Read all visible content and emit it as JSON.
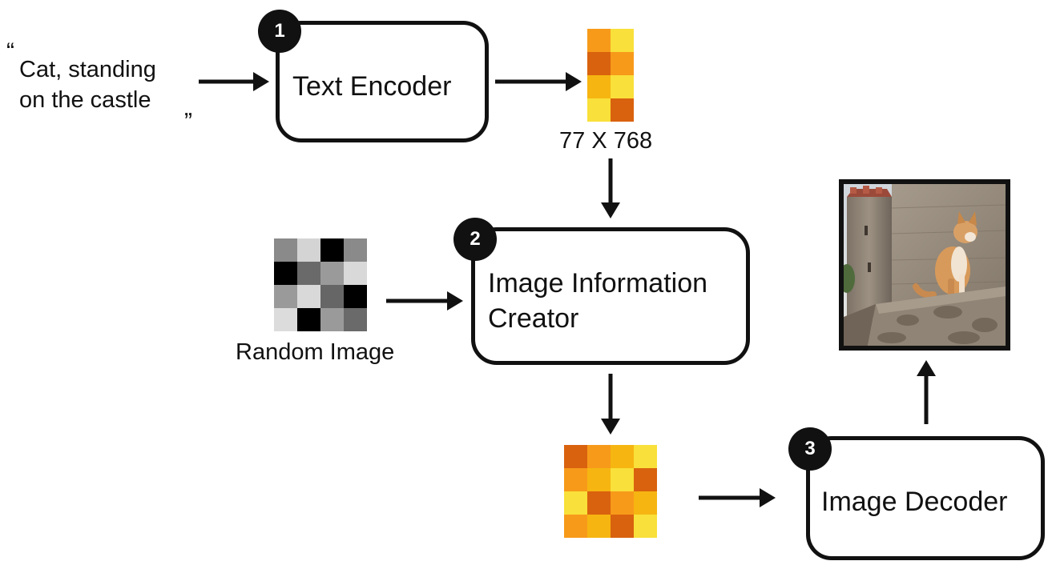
{
  "prompt": {
    "open_quote": "“",
    "line1": "Cat, standing",
    "line2": "on the castle",
    "close_quote": "„"
  },
  "steps": [
    {
      "number": "1",
      "label": "Text Encoder"
    },
    {
      "number": "2",
      "label_line1": "Image Information",
      "label_line2": "Creator"
    },
    {
      "number": "3",
      "label": "Image Decoder"
    }
  ],
  "embedding": {
    "caption": "77 X 768",
    "colors": [
      "#f79a1a",
      "#f9e03a",
      "#d9620e",
      "#f79a1a",
      "#f6b511",
      "#f9e03a",
      "#f9e03a",
      "#d9620e"
    ]
  },
  "random_image": {
    "caption": "Random Image",
    "colors": [
      "#8a8a8a",
      "#d4d4d4",
      "#000000",
      "#8a8a8a",
      "#000000",
      "#6a6a6a",
      "#9a9a9a",
      "#d9d9d9",
      "#9a9a9a",
      "#d9d9d9",
      "#666666",
      "#000000",
      "#dcdcdc",
      "#000000",
      "#9a9a9a",
      "#6a6a6a"
    ]
  },
  "latent": {
    "colors": [
      "#d9620e",
      "#f79a1a",
      "#f6b511",
      "#f9e03a",
      "#f79a1a",
      "#f6b511",
      "#f9e03a",
      "#d9620e",
      "#f9e03a",
      "#d9620e",
      "#f79a1a",
      "#f6b511",
      "#f79a1a",
      "#f6b511",
      "#d9620e",
      "#f9e03a"
    ]
  },
  "output_image": {
    "subject": "cat-on-castle-photo"
  }
}
